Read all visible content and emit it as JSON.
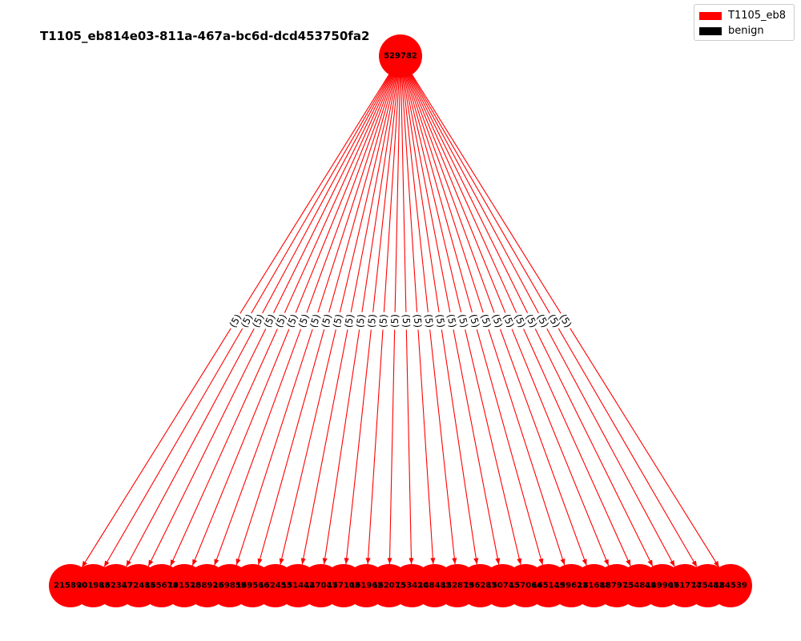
{
  "title": "T1105_eb814e03-811a-467a-bc6d-dcd453750fa2",
  "legend": [
    {
      "label": "T1105_eb8",
      "color": "#ff0000"
    },
    {
      "label": "benign",
      "color": "#000000"
    }
  ],
  "colors": {
    "node": "#ff0000",
    "edge": "#ff0000"
  },
  "root": {
    "id": "529782"
  },
  "edge_label": "(5)",
  "children": [
    "215890",
    "201988",
    "162347",
    "172485",
    "165674",
    "191528",
    "158926",
    "169859",
    "169566",
    "162453",
    "151443",
    "147047",
    "157103",
    "161962",
    "162075",
    "153420",
    "148482",
    "152879",
    "156287",
    "150745",
    "157064",
    "165149",
    "159621",
    "181688",
    "187975",
    "154849",
    "149907",
    "161774",
    "175483",
    "184539"
  ]
}
